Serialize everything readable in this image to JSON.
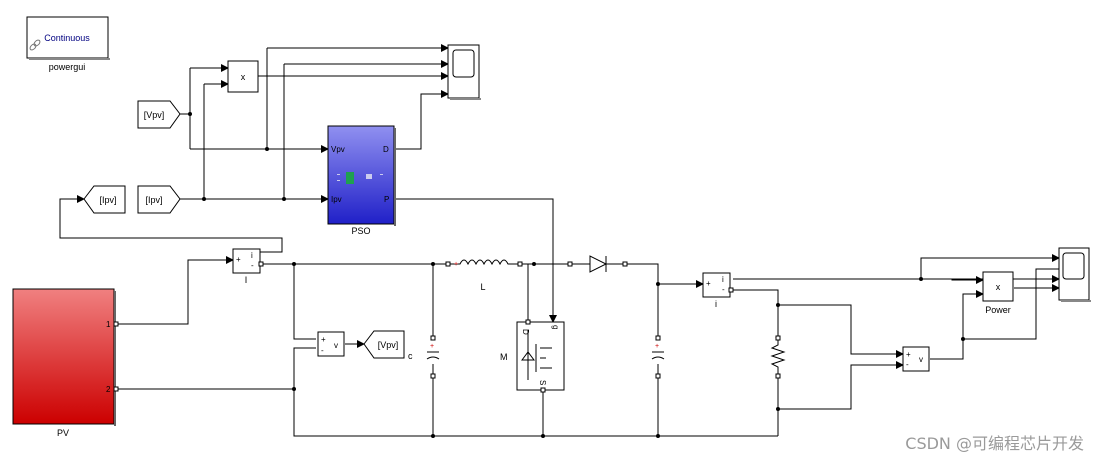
{
  "powergui": {
    "mode": "Continuous",
    "label": "powergui"
  },
  "tags": {
    "vpv_from": "[Vpv]",
    "ipv_goto": "[Ipv]",
    "ipv_from": "[Ipv]",
    "vpv_goto": "[Vpv]"
  },
  "pso": {
    "label": "PSO",
    "in_vpv": "Vpv",
    "in_ipv": "Ipv",
    "out_d": "D",
    "out_p": "P"
  },
  "multiplier": {
    "symbol": "x"
  },
  "current_meas": {
    "label": "I",
    "plus": "+",
    "minus": "-",
    "i": "i"
  },
  "voltage_meas": {
    "v": "v",
    "plus": "+",
    "minus": "-"
  },
  "capacitor_in": {
    "label": "c"
  },
  "inductor": {
    "label": "L"
  },
  "mosfet": {
    "label": "M",
    "g": "g",
    "d": "D",
    "s": "S"
  },
  "pv": {
    "label": "PV",
    "port1": "1",
    "port2": "2"
  },
  "current_meas_out": {
    "label": "i",
    "plus": "+",
    "minus": "-",
    "i": "i"
  },
  "voltage_meas_out": {
    "v": "v",
    "plus": "+",
    "minus": "-"
  },
  "power_mult": {
    "label": "Power",
    "symbol": "x"
  },
  "watermark": "CSDN @可编程芯片开发",
  "colors": {
    "pv_fill_top": "#f08080",
    "pv_fill_bottom": "#cc0000",
    "pso_fill_top": "#8c8cf0",
    "pso_fill_bottom": "#2020c8",
    "powergui_text": "#000080"
  }
}
